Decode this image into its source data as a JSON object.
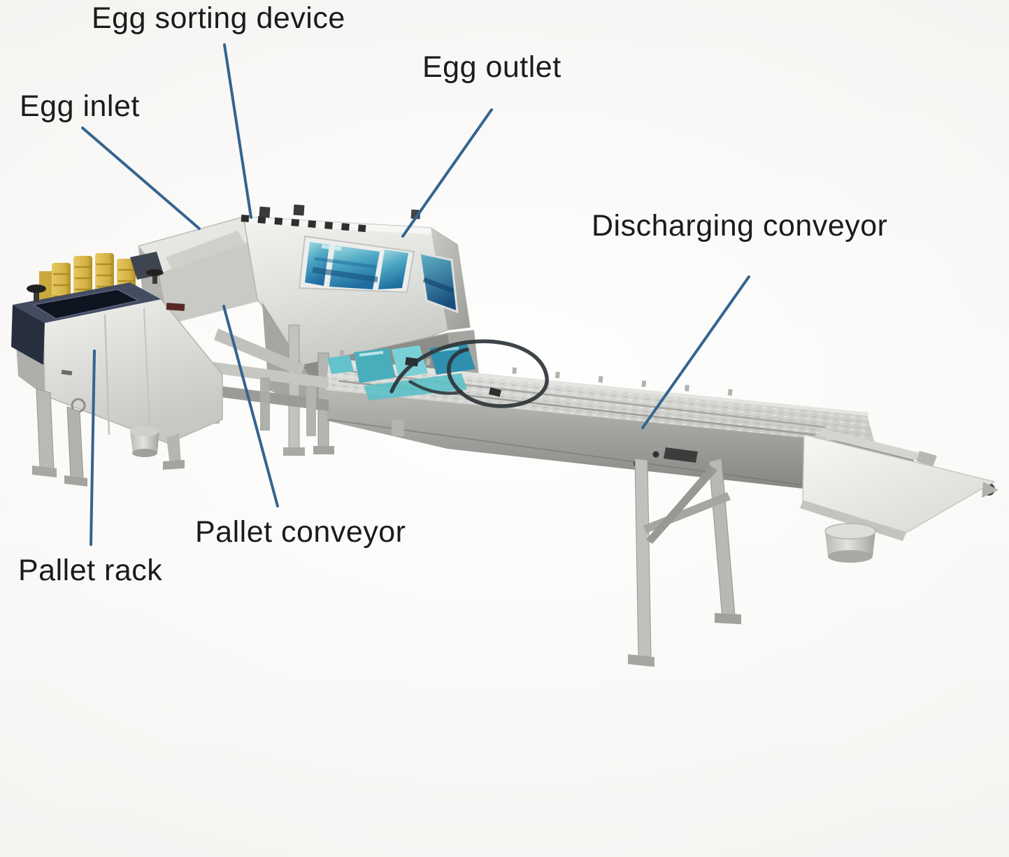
{
  "diagram": {
    "type": "annotated-machine-photo",
    "subject": "Egg sorting and packing machine line with pallet rack, pallet conveyor and discharging conveyor",
    "labels": {
      "egg_sorting_device": "Egg sorting device",
      "egg_inlet": "Egg inlet",
      "egg_outlet": "Egg outlet",
      "discharging_conveyor": "Discharging conveyor",
      "pallet_conveyor": "Pallet conveyor",
      "pallet_rack": "Pallet rack"
    },
    "colors": {
      "background": "#f7f6f4",
      "label_text": "#1b1b1c",
      "leader_line": "#35648f",
      "stainless_steel": "#d6d7d3",
      "window_glass_teal": "#3f9cba",
      "pallet_stack_yellow": "#d8b84a",
      "control_panel_navy": "#2c3447"
    }
  }
}
